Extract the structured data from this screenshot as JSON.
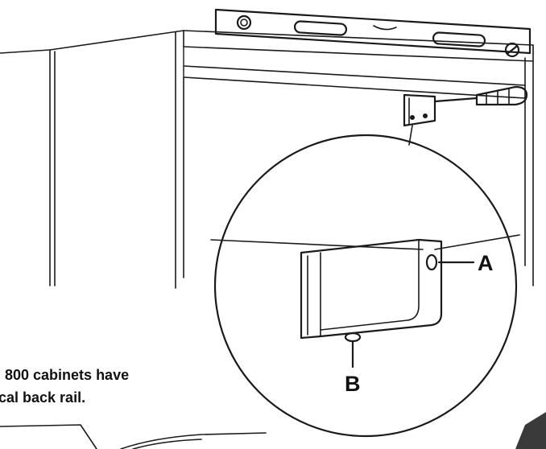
{
  "callouts": {
    "a": "A",
    "b": "B"
  },
  "note": {
    "line1": "800 cabinets have",
    "line2": "cal back rail."
  },
  "colors": {
    "ink": "#1a1a1a",
    "background": "#ffffff",
    "accent_wedge": "#3a3a3a"
  },
  "icons": [
    "spirit-level",
    "screwdriver",
    "mounting-bracket"
  ]
}
